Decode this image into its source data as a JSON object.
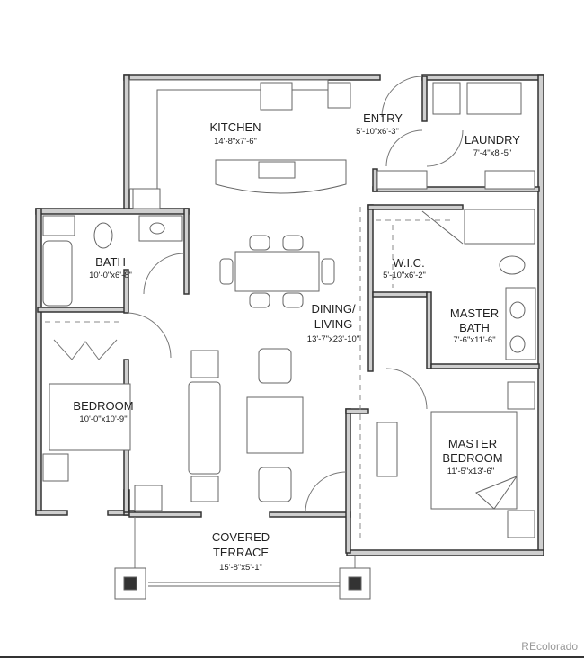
{
  "rooms": {
    "kitchen": {
      "name": "KITCHEN",
      "size": "14'-8\"x7'-6\""
    },
    "entry": {
      "name": "ENTRY",
      "size": "5'-10\"x6'-3\""
    },
    "laundry": {
      "name": "LAUNDRY",
      "size": "7'-4\"x8'-5\""
    },
    "bath": {
      "name": "BATH",
      "size": "10'-0\"x6'-8\""
    },
    "wic": {
      "name": "W.I.C.",
      "size": "5'-10\"x6'-2\""
    },
    "dining_living": {
      "name1": "DINING/",
      "name2": "LIVING",
      "size": "13'-7\"x23'-10\""
    },
    "master_bath": {
      "name1": "MASTER",
      "name2": "BATH",
      "size": "7'-6\"x11'-6\""
    },
    "bedroom": {
      "name": "BEDROOM",
      "size": "10'-0\"x10'-9\""
    },
    "master_bedroom": {
      "name1": "MASTER",
      "name2": "BEDROOM",
      "size": "11'-5\"x13'-6\""
    },
    "terrace": {
      "name1": "COVERED",
      "name2": "TERRACE",
      "size": "15'-8\"x5'-1\""
    }
  },
  "watermark": "REcolorado"
}
